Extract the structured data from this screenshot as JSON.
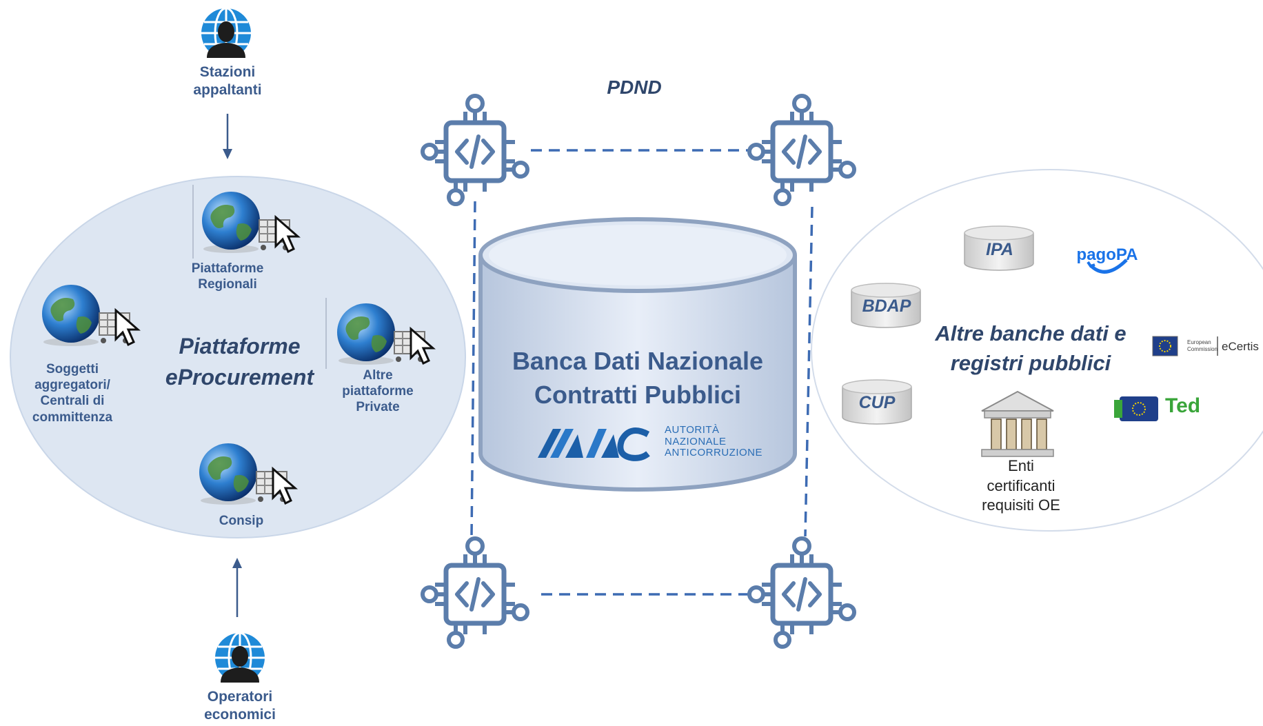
{
  "top_actor": {
    "line1": "Stazioni",
    "line2": "appaltanti",
    "icon": "user-globe-icon"
  },
  "bottom_actor": {
    "line1": "Operatori",
    "line2": "economici",
    "icon": "user-globe-icon"
  },
  "pdnd_label": "PDND",
  "left_group": {
    "title_line1": "Piattaforme",
    "title_line2": "eProcurement",
    "nodes": [
      {
        "line1": "Piattaforme",
        "line2": "Regionali",
        "line3": "",
        "icon": "globe-cart-icon"
      },
      {
        "line1": "Soggetti",
        "line2": "aggregatori/",
        "line3": "Centrali di",
        "line4": "committenza",
        "icon": "globe-cart-icon"
      },
      {
        "line1": "Altre",
        "line2": "piattaforme",
        "line3": "Private",
        "icon": "globe-cart-icon"
      },
      {
        "line1": "Consip",
        "icon": "globe-cart-icon"
      }
    ]
  },
  "center_db": {
    "line1": "Banca Dati Nazionale",
    "line2": "Contratti Pubblici",
    "logo_text": "ANAC",
    "logo_sub1": "AUTORITÀ",
    "logo_sub2": "NAZIONALE",
    "logo_sub3": "ANTICORRUZIONE"
  },
  "right_group": {
    "title_line1": "Altre banche dati e",
    "title_line2": "registri pubblici",
    "dbs": [
      "IPA",
      "BDAP",
      "CUP"
    ],
    "logos": {
      "pagopa": "pagoPA",
      "ecertis_a": "European",
      "ecertis_b": "Commission",
      "ecertis_c": "eCertis",
      "ted": "Ted"
    },
    "enti_line1": "Enti",
    "enti_line2": "certificanti",
    "enti_line3": "requisiti OE"
  },
  "colors": {
    "accent": "#3b5b8c",
    "api_icon": "#5b7dab",
    "ellipse": "#dde6f2",
    "dash": "#3d6bb3"
  },
  "api_icon_name": "api-chip-icon"
}
